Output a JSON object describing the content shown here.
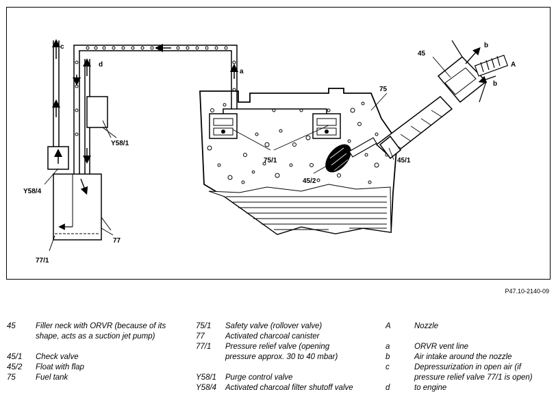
{
  "figure": {
    "reference": "P47.10-2140-09",
    "labels": {
      "c": "c",
      "d": "d",
      "a": "a",
      "b_top": "b",
      "b_bottom": "b",
      "A": "A",
      "n45": "45",
      "n75": "75",
      "n75_1": "75/1",
      "n45_1": "45/1",
      "n45_2": "45/2",
      "y58_1": "Y58/1",
      "y58_4": "Y58/4",
      "n77": "77",
      "n77_1": "77/1"
    }
  },
  "legend": {
    "col1": [
      {
        "code": "45",
        "text": "Filler neck with ORVR (because of its shape, acts as a suction jet pump)"
      },
      {
        "code": "45/1",
        "text": "Check valve"
      },
      {
        "code": "45/2",
        "text": "Float with flap"
      },
      {
        "code": "75",
        "text": "Fuel tank"
      }
    ],
    "col2": [
      {
        "code": "75/1",
        "text": "Safety valve (rollover valve)"
      },
      {
        "code": "77",
        "text": "Activated charcoal canister"
      },
      {
        "code": "77/1",
        "text": "Pressure relief valve (opening pressure approx. 30 to 40 mbar)"
      },
      {
        "code": "Y58/1",
        "text": "Purge control valve"
      },
      {
        "code": "Y58/4",
        "text": "Activated charcoal filter shutoff valve"
      }
    ],
    "col3": [
      {
        "code": "A",
        "text": "Nozzle"
      },
      {
        "code": "a",
        "text": "ORVR vent line"
      },
      {
        "code": "b",
        "text": "Air intake around the nozzle"
      },
      {
        "code": "c",
        "text": "Depressurization in open air (if pressure relief valve 77/1 is open)"
      },
      {
        "code": "d",
        "text": "to engine"
      }
    ]
  }
}
